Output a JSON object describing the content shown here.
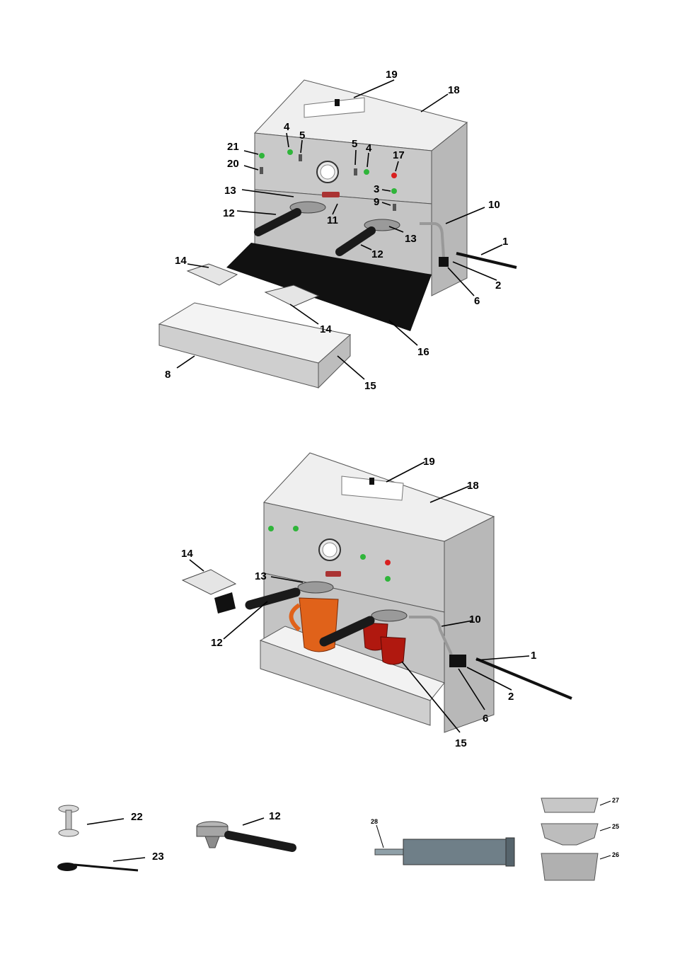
{
  "figure1": {
    "callouts": [
      "19",
      "18",
      "21",
      "4",
      "5",
      "5",
      "4",
      "17",
      "20",
      "13",
      "3",
      "9",
      "12",
      "11",
      "10",
      "1",
      "13",
      "12",
      "14",
      "2",
      "6",
      "14",
      "16",
      "8",
      "15"
    ]
  },
  "figure2": {
    "callouts": [
      "19",
      "18",
      "14",
      "13",
      "10",
      "1",
      "12",
      "2",
      "6",
      "15"
    ]
  },
  "accessories": {
    "callouts": [
      "22",
      "23",
      "12",
      "28",
      "27",
      "25",
      "26"
    ]
  },
  "colors": {
    "body_gray": "#c9c9c9",
    "panel_gray": "#b9b9b9",
    "top_white": "#f2f2f2",
    "tray_black": "#111111",
    "indicator_green": "#2fb53a",
    "indicator_red": "#d92020",
    "cup_orange": "#e0621a",
    "cup_red": "#b0180f",
    "handle_black": "#1a1a1a"
  }
}
